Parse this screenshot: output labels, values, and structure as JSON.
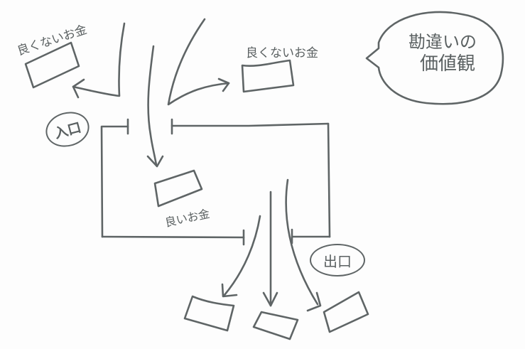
{
  "diagram": {
    "type": "hand-drawn flow diagram",
    "stroke_color": "#5f6566",
    "background_color": "#fdfdfd",
    "labels": {
      "bad_money_left": "良くないお金",
      "bad_money_right": "良くないお金",
      "good_money": "良いお金",
      "entrance": "入口",
      "exit": "出口"
    },
    "speech_bubble": {
      "line1": "勘違いの",
      "line2": "価値観"
    },
    "nodes": [
      {
        "id": "bad-money-left-box",
        "label": "良くないお金"
      },
      {
        "id": "bad-money-right-box",
        "label": "良くないお金"
      },
      {
        "id": "good-money-box",
        "label": "良いお金"
      },
      {
        "id": "output-box-1",
        "label": ""
      },
      {
        "id": "output-box-2",
        "label": ""
      },
      {
        "id": "output-box-3",
        "label": ""
      }
    ],
    "flows": [
      {
        "from": "top-incoming-left",
        "to": "bad-money-left-box"
      },
      {
        "from": "top-incoming-center",
        "to": "good-money-box",
        "via": "entrance"
      },
      {
        "from": "top-incoming-right",
        "to": "bad-money-right-box"
      },
      {
        "from": "exit",
        "to": "output-box-1"
      },
      {
        "from": "exit",
        "to": "output-box-2"
      },
      {
        "from": "exit",
        "to": "output-box-3"
      }
    ]
  }
}
